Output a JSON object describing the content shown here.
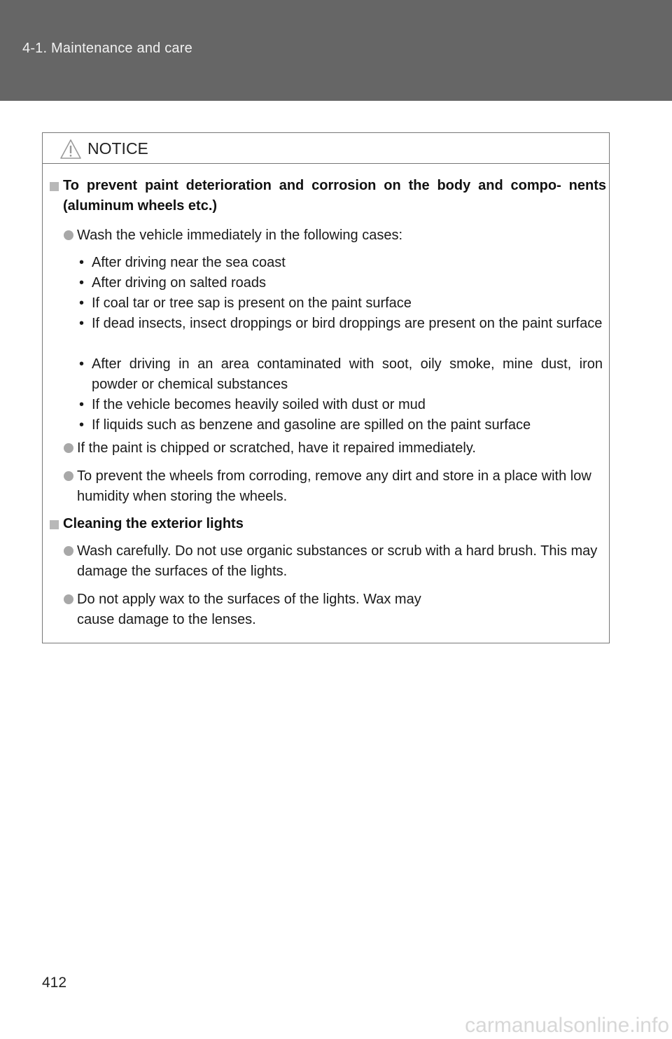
{
  "header": {
    "section_title": "4-1. Maintenance and care"
  },
  "notice": {
    "icon": "warning-triangle-icon",
    "title": "NOTICE",
    "sections": [
      {
        "heading": "To prevent paint deterioration and corrosion on the body and compo- nents (aluminum wheels etc.)",
        "bullets": [
          {
            "text": "Wash the vehicle immediately in the following cases:",
            "subitems": [
              "After driving near the sea coast",
              "After driving on salted roads",
              "If coal tar or tree sap is present on the paint surface",
              "If dead insects, insect droppings or bird droppings are present on the paint surface",
              "After driving in an area contaminated with soot, oily smoke, mine dust, iron powder or chemical substances",
              "If the vehicle becomes heavily soiled with dust or mud",
              "If liquids such as benzene and gasoline are spilled on the paint surface"
            ]
          },
          {
            "text": "If the paint is chipped or scratched, have it repaired immediately."
          },
          {
            "text": "To prevent the wheels from corroding, remove any dirt and store in a place with low humidity when storing the wheels."
          }
        ]
      },
      {
        "heading": "Cleaning the exterior lights",
        "bullets": [
          {
            "text": "Wash carefully. Do not use organic substances or scrub with a hard brush. This may damage the surfaces of the lights."
          },
          {
            "text": "Do not apply wax to the surfaces of the lights. Wax may cause damage to the lenses."
          }
        ]
      }
    ]
  },
  "page_number": "412",
  "watermark": "carmanualsonline.info",
  "colors": {
    "header_band": "#666666",
    "bullet_marker": "#a8a8a8"
  }
}
